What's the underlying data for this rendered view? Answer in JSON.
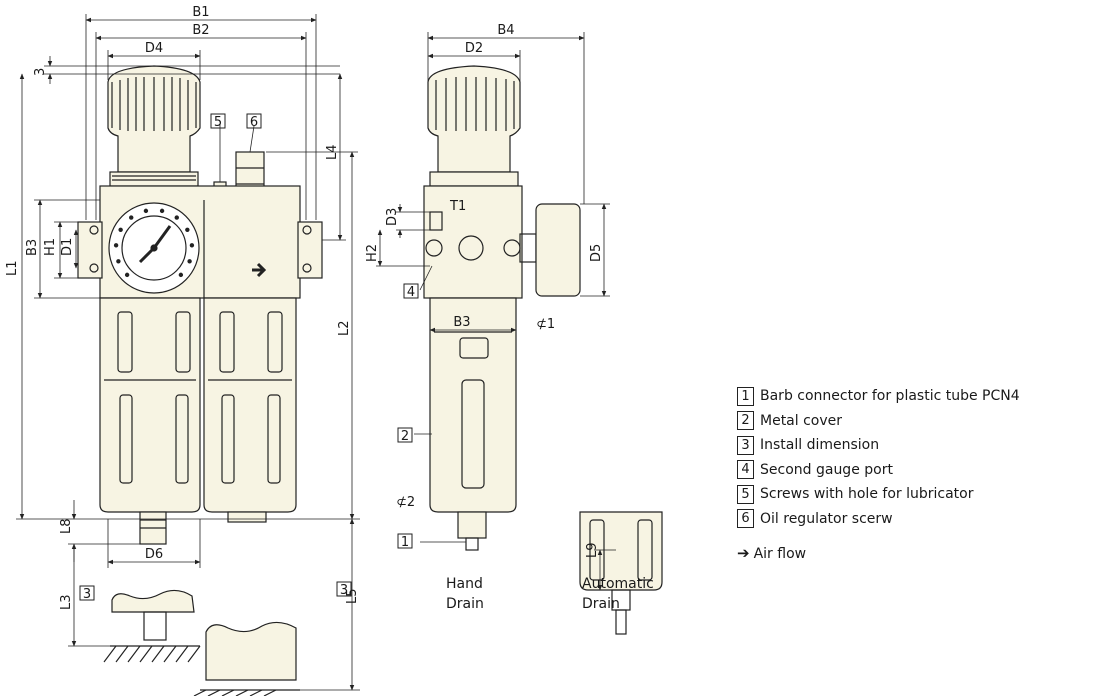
{
  "colors": {
    "body": "#f7f4e3",
    "outline": "#222222",
    "background": "#ffffff"
  },
  "dimensions": {
    "b1": "B1",
    "b2": "B2",
    "b3": "B3",
    "b4": "B4",
    "d1": "D1",
    "d2": "D2",
    "d3": "D3",
    "d4": "D4",
    "d5": "D5",
    "d6": "D6",
    "h1": "H1",
    "h2": "H2",
    "l1": "L1",
    "l2": "L2",
    "l3": "L3",
    "l4": "L4",
    "l5": "L5",
    "l8": "L8",
    "l9": "L9",
    "t1": "T1",
    "three": "3",
    "sw1": "⊄1",
    "sw2": "⊄2"
  },
  "callouts": {
    "c1": "1",
    "c2": "2",
    "c3": "3",
    "c4": "4",
    "c5": "5",
    "c6": "6"
  },
  "captions": {
    "hand_drain_1": "Hand",
    "hand_drain_2": "Drain",
    "auto_drain_1": "Automatic",
    "auto_drain_2": "Drain"
  },
  "legend": {
    "items": [
      {
        "num": "1",
        "text": "Barb connector for plastic tube PCN4"
      },
      {
        "num": "2",
        "text": "Metal cover"
      },
      {
        "num": "3",
        "text": "Install dimension"
      },
      {
        "num": "4",
        "text": "Second gauge port"
      },
      {
        "num": "5",
        "text": "Screws with hole for lubricator"
      },
      {
        "num": "6",
        "text": "Oil regulator scerw"
      }
    ],
    "airflow_icon": "right-arrow-icon",
    "airflow_label": "Air flow"
  }
}
